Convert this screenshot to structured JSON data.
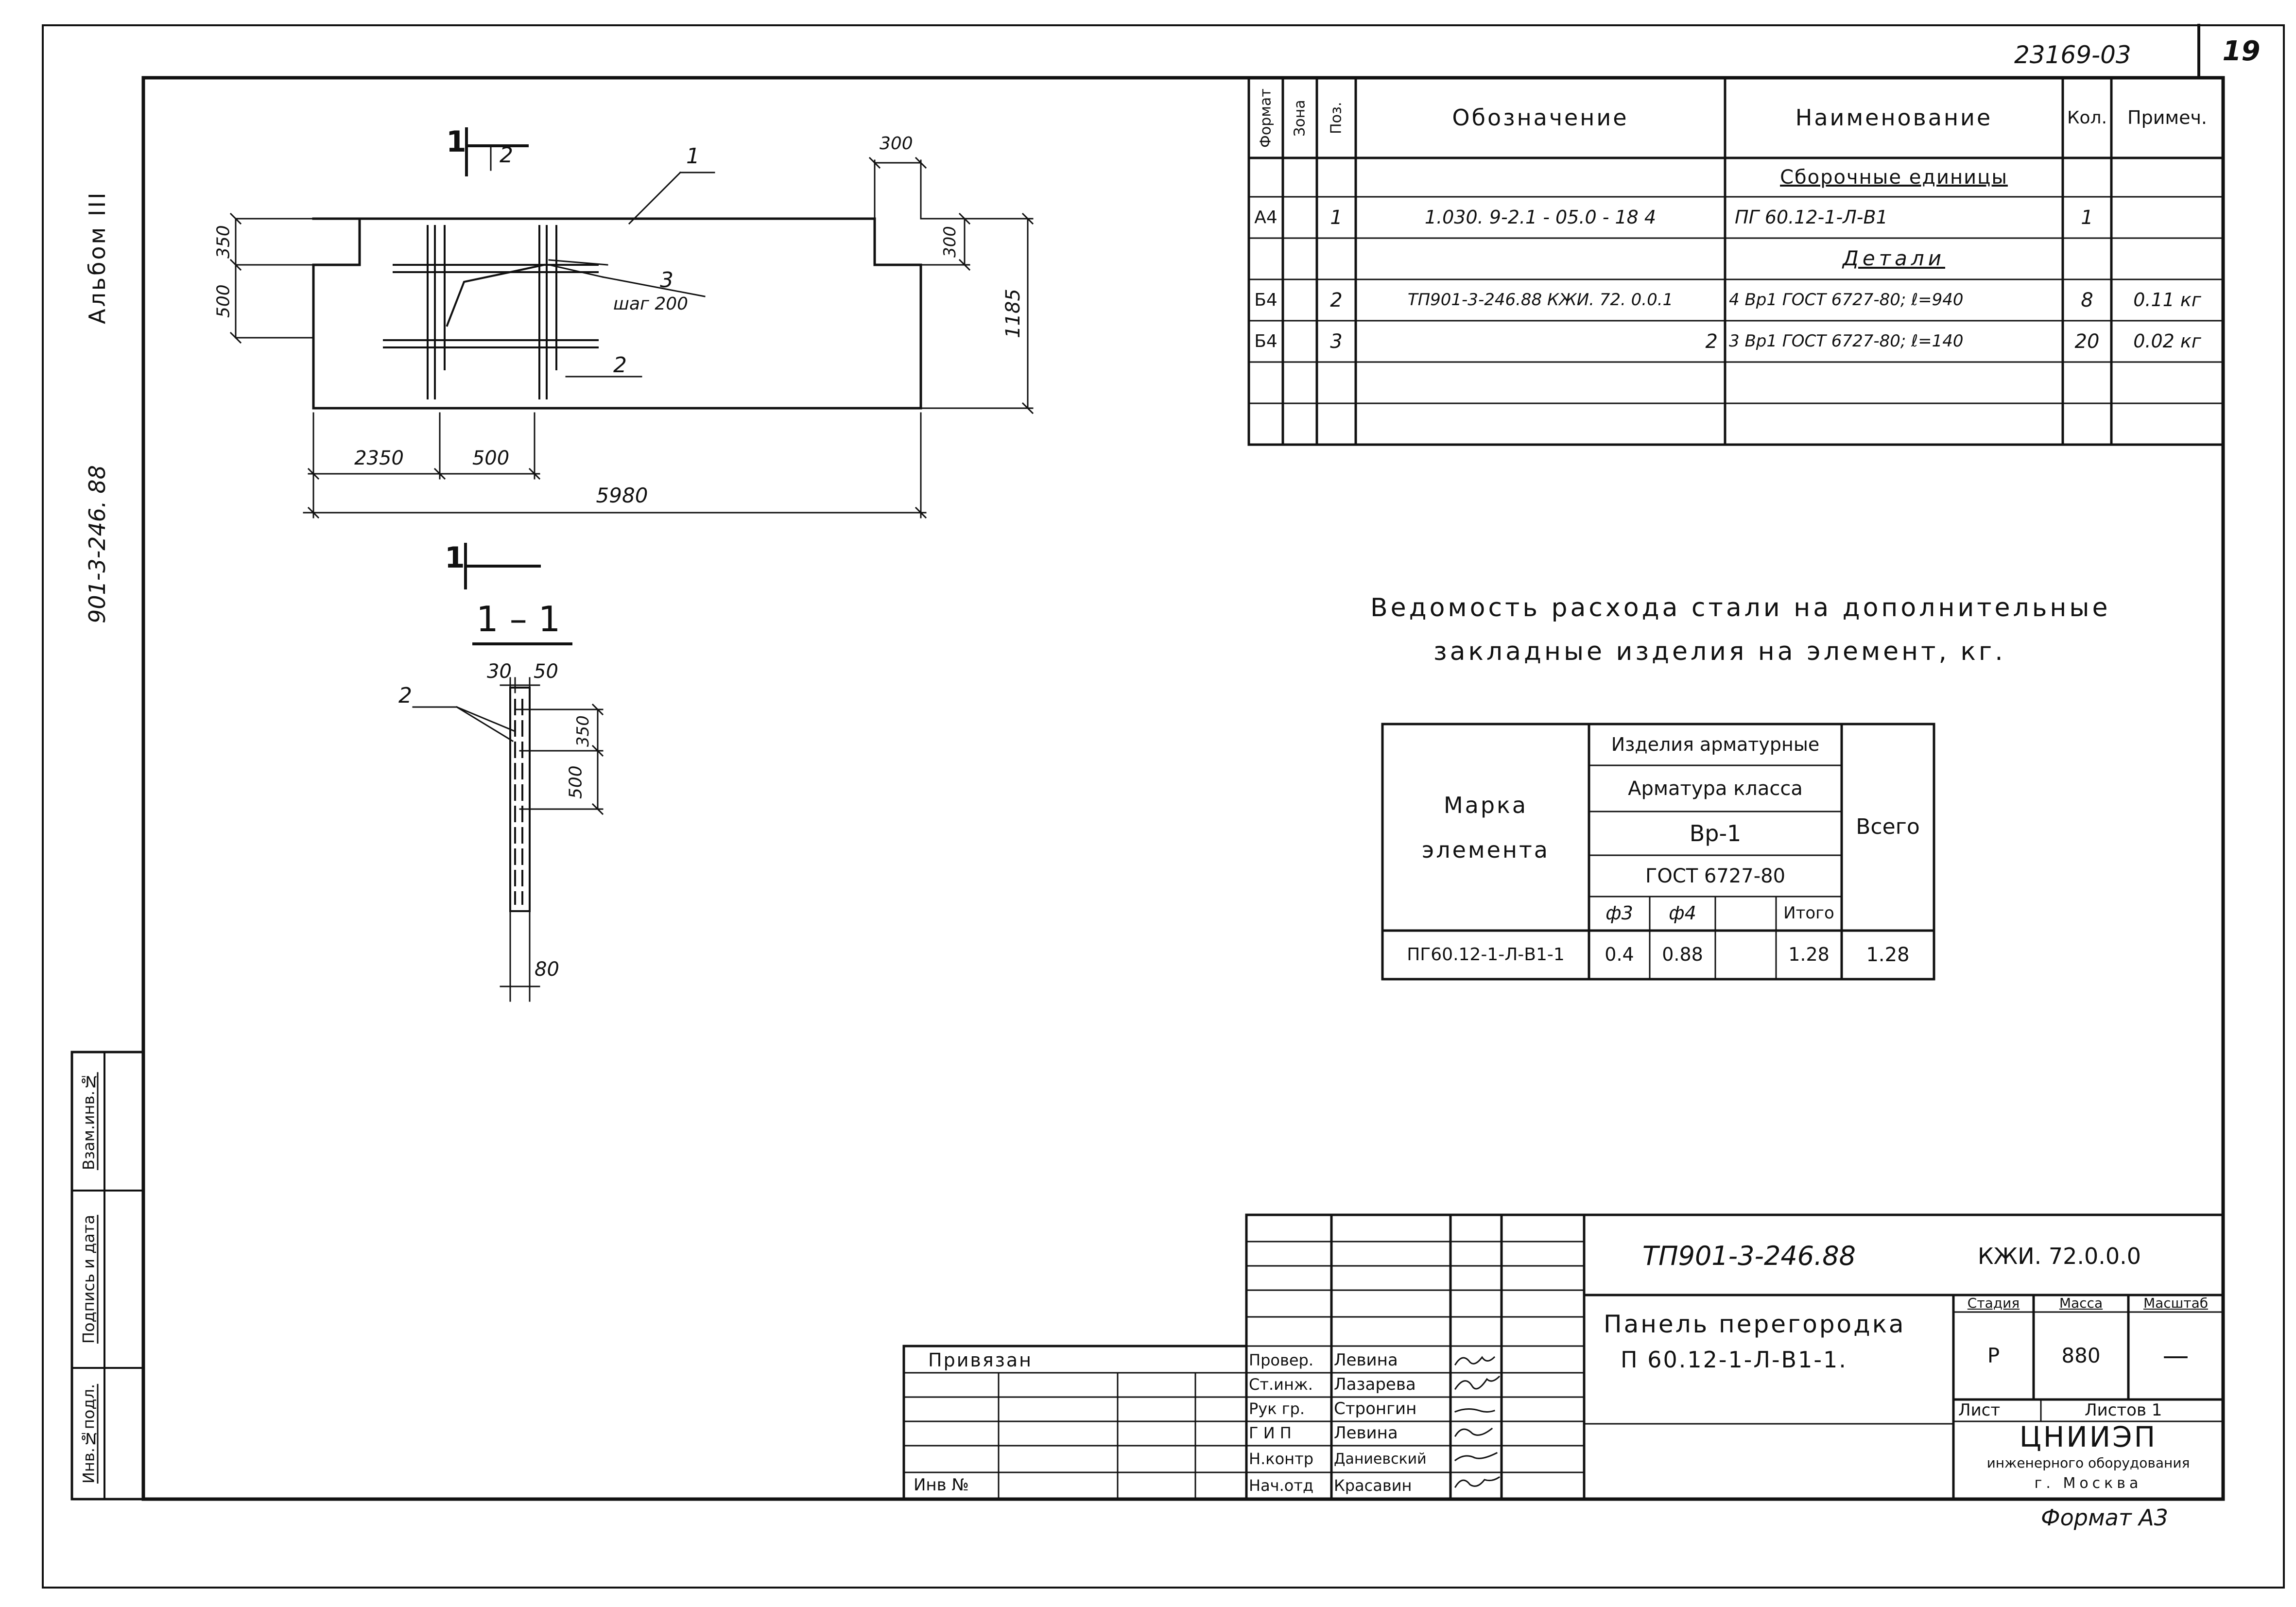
{
  "sheet": {
    "doc_number": "23169-03",
    "sheet_no": "19",
    "format": "Формат А3"
  },
  "left_strip": {
    "album": "Альбом III",
    "project": "901-3-246. 88",
    "stamps": [
      "Инв.№подл.",
      "Подпись и дата",
      "Взам.инв.№"
    ]
  },
  "plan": {
    "section_mark": "1",
    "labels": {
      "pos1": "1",
      "pos2_top": "2",
      "pos2_bottom": "2",
      "pos3": "3",
      "step": "шаг 200"
    },
    "dims": {
      "d300a": "300",
      "d300b": "300",
      "d350": "350",
      "d500": "500",
      "d1185": "1185",
      "d2350": "2350",
      "d500b": "500",
      "d5980": "5980"
    }
  },
  "section": {
    "mark": "1",
    "title": "1 – 1",
    "dims": {
      "d30": "30",
      "d50": "50",
      "d350": "350",
      "d500": "500",
      "d80": "80"
    },
    "pos": "2"
  },
  "spec_table": {
    "headers": [
      "Формат",
      "Зона",
      "Поз.",
      "Обозначение",
      "Наименование",
      "Кол.",
      "Примеч."
    ],
    "section_assembly": "Сборочные единицы",
    "section_details": "Детали",
    "rows": [
      {
        "fmt": "А4",
        "zone": "",
        "pos": "1",
        "designation": "1.030. 9-2.1 - 05.0 - 18 4",
        "name": "ПГ 60.12-1-Л-В1",
        "qty": "1",
        "note": ""
      },
      {
        "fmt": "Б4",
        "zone": "",
        "pos": "2",
        "designation": "ТП901-3-246.88 КЖИ. 72. 0.0.1",
        "name": "4 Вр1 ГОСТ 6727-80; ℓ=940",
        "qty": "8",
        "note": "0.11 кг"
      },
      {
        "fmt": "Б4",
        "zone": "",
        "pos": "3",
        "designation": "2",
        "name": "3 Вр1 ГОСТ 6727-80; ℓ=140",
        "qty": "20",
        "note": "0.02 кг"
      }
    ]
  },
  "steel": {
    "title_line1": "Ведомость расхода стали на дополнительные",
    "title_line2": "закладные изделия на элемент, кг.",
    "header_mark": "Марка элемента",
    "header_group": "Изделия арматурные",
    "header_class": "Арматура класса",
    "header_grade": "Вр-1",
    "header_gost": "ГОСТ 6727-80",
    "header_total": "Всего",
    "sub": [
      "ф3",
      "ф4",
      "",
      "Итого"
    ],
    "row": {
      "mark": "ПГ60.12-1-Л-В1-1",
      "f3": "0.4",
      "f4": "0.88",
      "empty": "",
      "itogo": "1.28",
      "total": "1.28"
    }
  },
  "title_block": {
    "project_code": "ТП901-3-246.88",
    "doc_code": "КЖИ. 72.0.0.0",
    "name_line1": "Панель перегородка",
    "name_line2": "П 60.12-1-Л-В1-1.",
    "hdr_stage": "Стадия",
    "hdr_mass": "Масса",
    "hdr_scale": "Масштаб",
    "stage": "Р",
    "mass": "880",
    "scale": "—",
    "sheet_label": "Лист",
    "sheets_label": "Листов 1",
    "org1": "ЦНИИЭП",
    "org2": "инженерного оборудования",
    "org3": "г. Москва",
    "bound": "Привязан",
    "inv": "Инв №",
    "roles": [
      {
        "role": "Провер.",
        "name": "Левина"
      },
      {
        "role": "Ст.инж.",
        "name": "Лазарева"
      },
      {
        "role": "Рук гр.",
        "name": "Стронгин"
      },
      {
        "role": "Г И П",
        "name": "Левина"
      },
      {
        "role": "Н.контр",
        "name": "Даниевский"
      },
      {
        "role": "Нач.отд",
        "name": "Красавин"
      }
    ]
  }
}
